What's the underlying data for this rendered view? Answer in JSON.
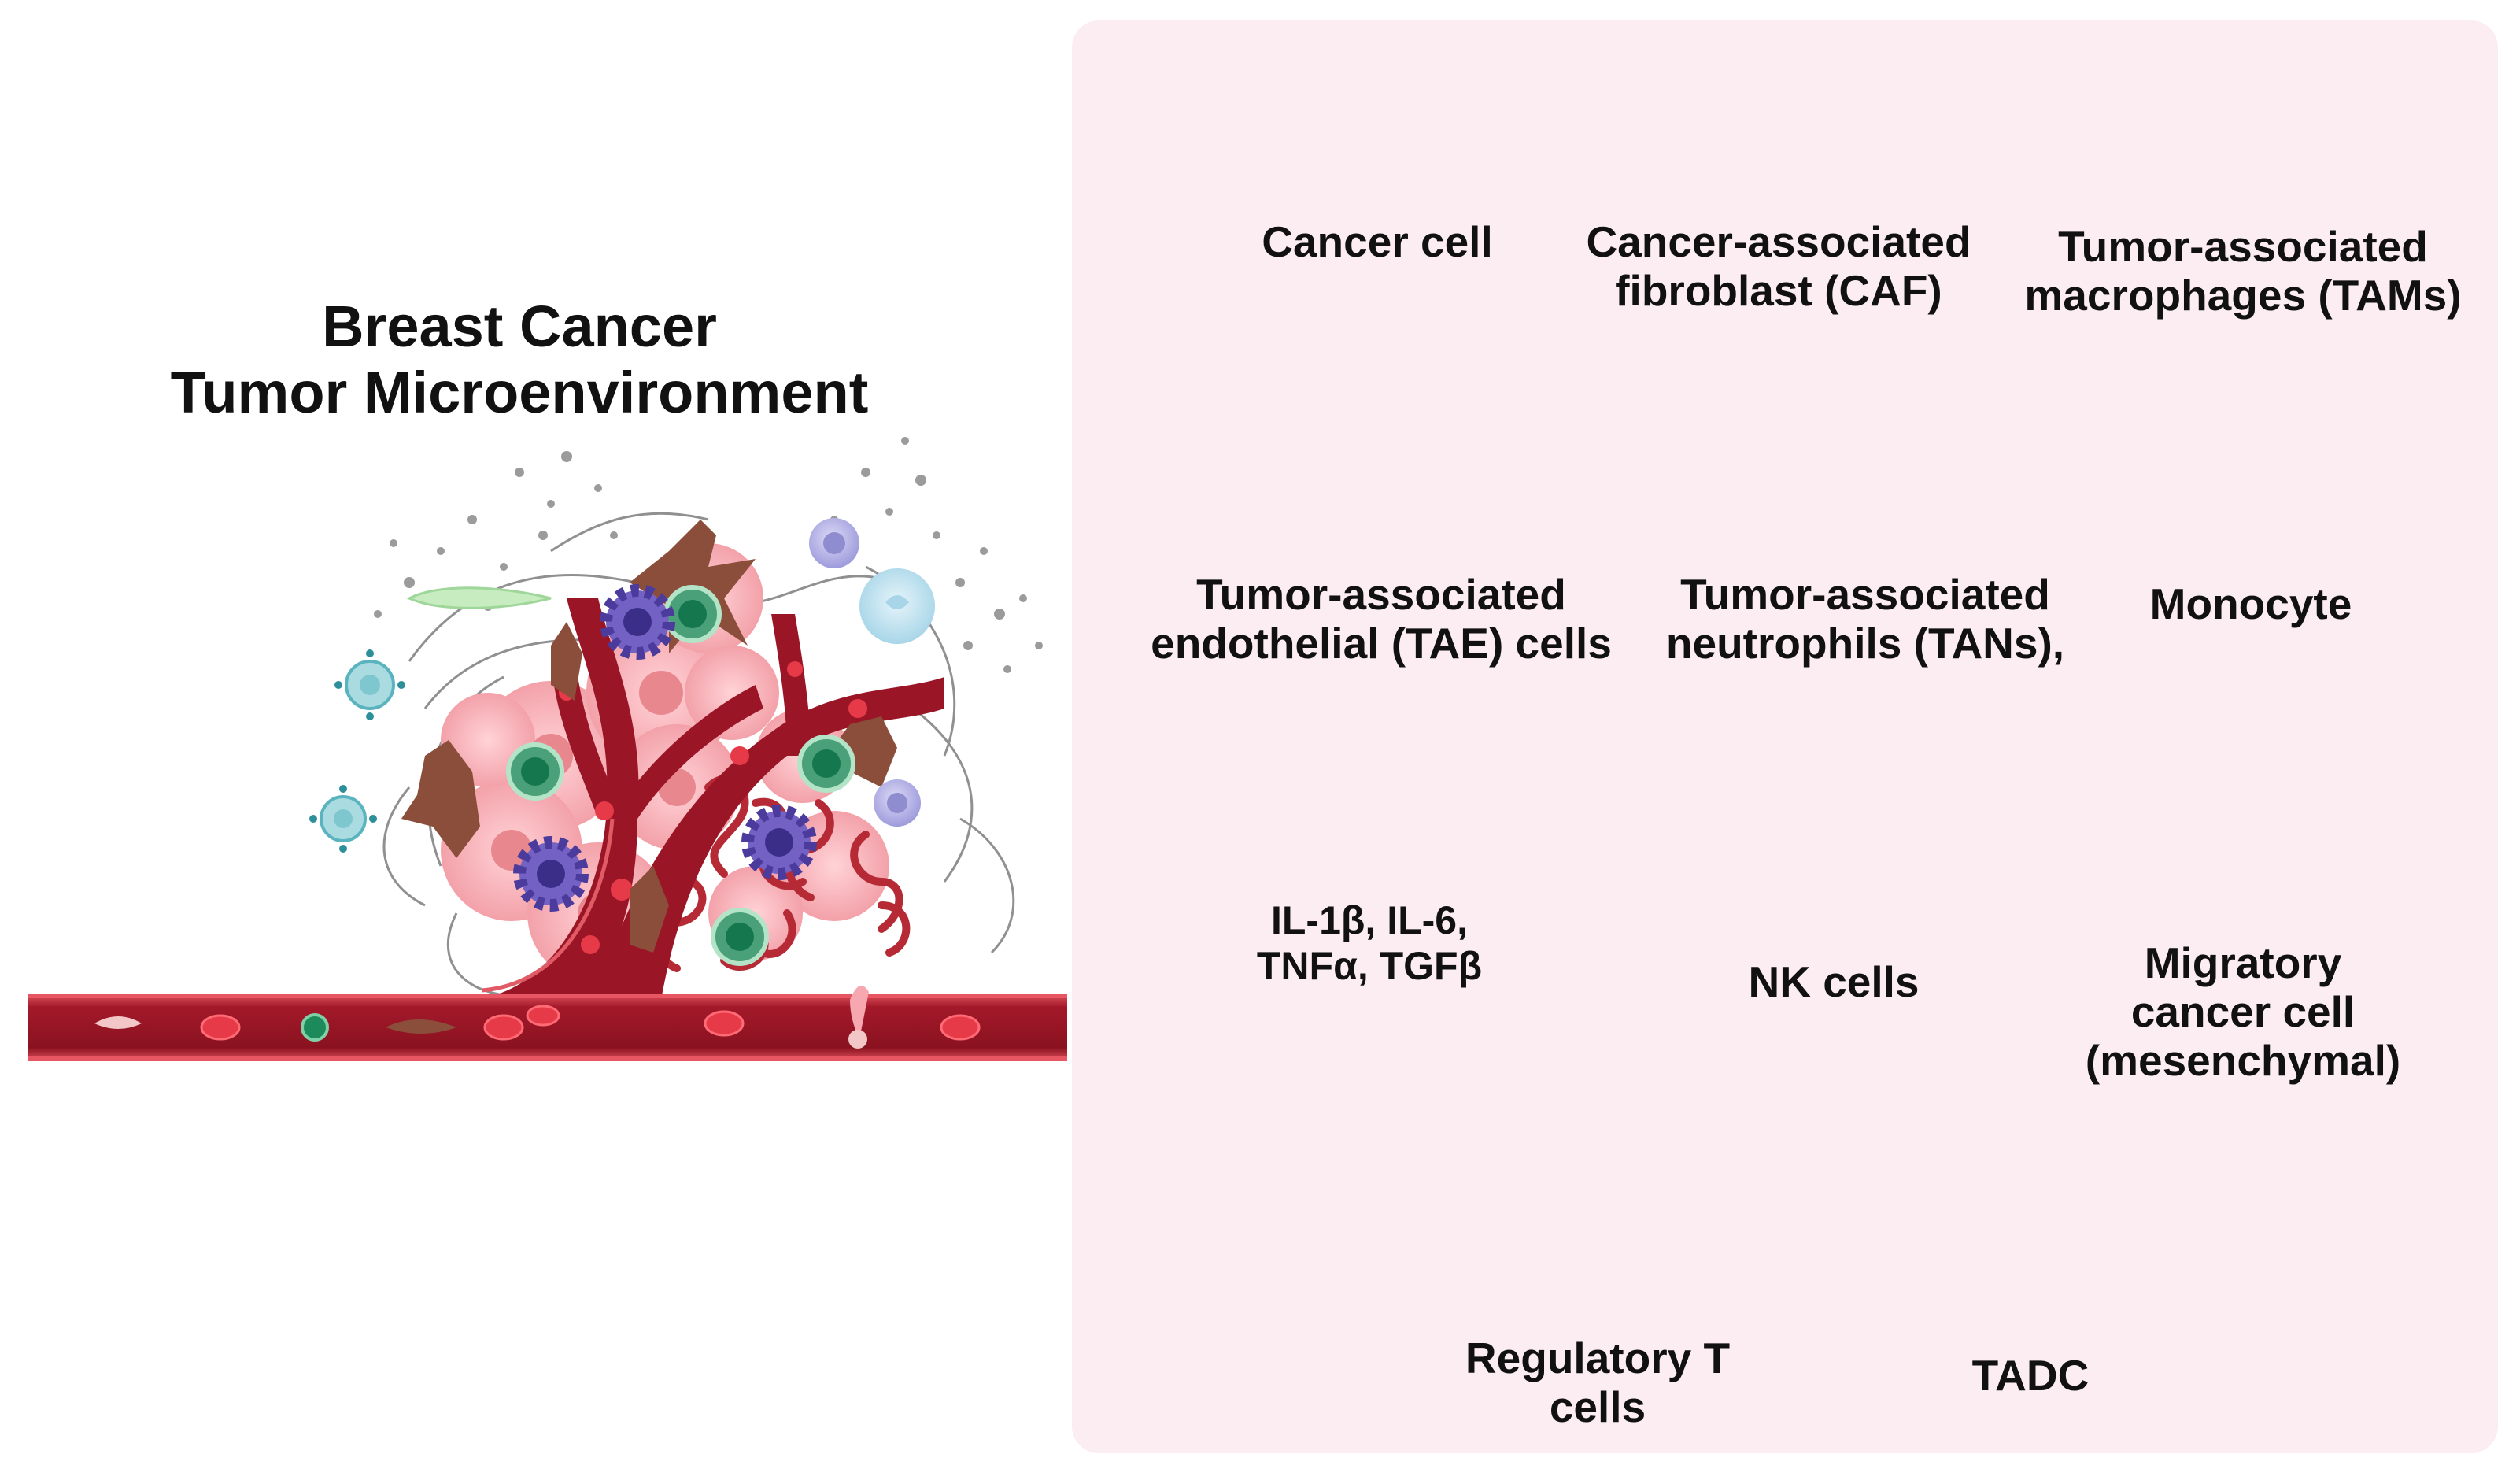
{
  "title": {
    "line1": "Breast Cancer",
    "line2": "Tumor Microenvironment"
  },
  "legend": {
    "items": [
      {
        "icon": "cancer-cell-icon",
        "lines": [
          "Cancer cell"
        ],
        "color": "#f06c74"
      },
      {
        "icon": "caf-icon",
        "lines": [
          "Cancer-associated",
          "fibroblast (CAF)"
        ],
        "color": "#8a4e3b"
      },
      {
        "icon": "tam-icon",
        "lines": [
          "Tumor-associated",
          "macrophages (TAMs)"
        ],
        "color": "#b8b7e6"
      },
      {
        "icon": "tae-cell-icon",
        "lines": [
          "Tumor-associated",
          "endothelial (TAE) cells"
        ],
        "color": "#c6ecc0"
      },
      {
        "icon": "tan-icon",
        "lines": [
          "Tumor-associated",
          "neutrophils (TANs),"
        ],
        "color": "#cde8f2"
      },
      {
        "icon": "monocyte-icon",
        "lines": [
          "Monocyte"
        ],
        "color": "#c7a8e0"
      },
      {
        "icon": "cytokines-icon",
        "lines": [
          "IL-1β, IL-6,",
          "TNFα, TGFβ"
        ],
        "color": "#a45cc2"
      },
      {
        "icon": "nk-cell-icon",
        "lines": [
          "NK cells"
        ],
        "color": "#b9b6ec"
      },
      {
        "icon": "migratory-cancer-cell-icon",
        "lines": [
          "Migratory",
          "cancer cell",
          "(mesenchymal)"
        ],
        "color": "#f07c82"
      },
      {
        "icon": "regulatory-t-cell-icon",
        "lines": [
          "Regulatory T",
          "cells"
        ],
        "color": "#1e8a5f"
      },
      {
        "icon": "tadc-icon",
        "lines": [
          "TADC"
        ],
        "color": "#6a4fb4"
      }
    ]
  },
  "colors": {
    "panel_bg": "#fcedf3",
    "vessel": "#8e1420",
    "vessel_light": "#d64553",
    "tumor_pink": "#f5a9b0"
  }
}
